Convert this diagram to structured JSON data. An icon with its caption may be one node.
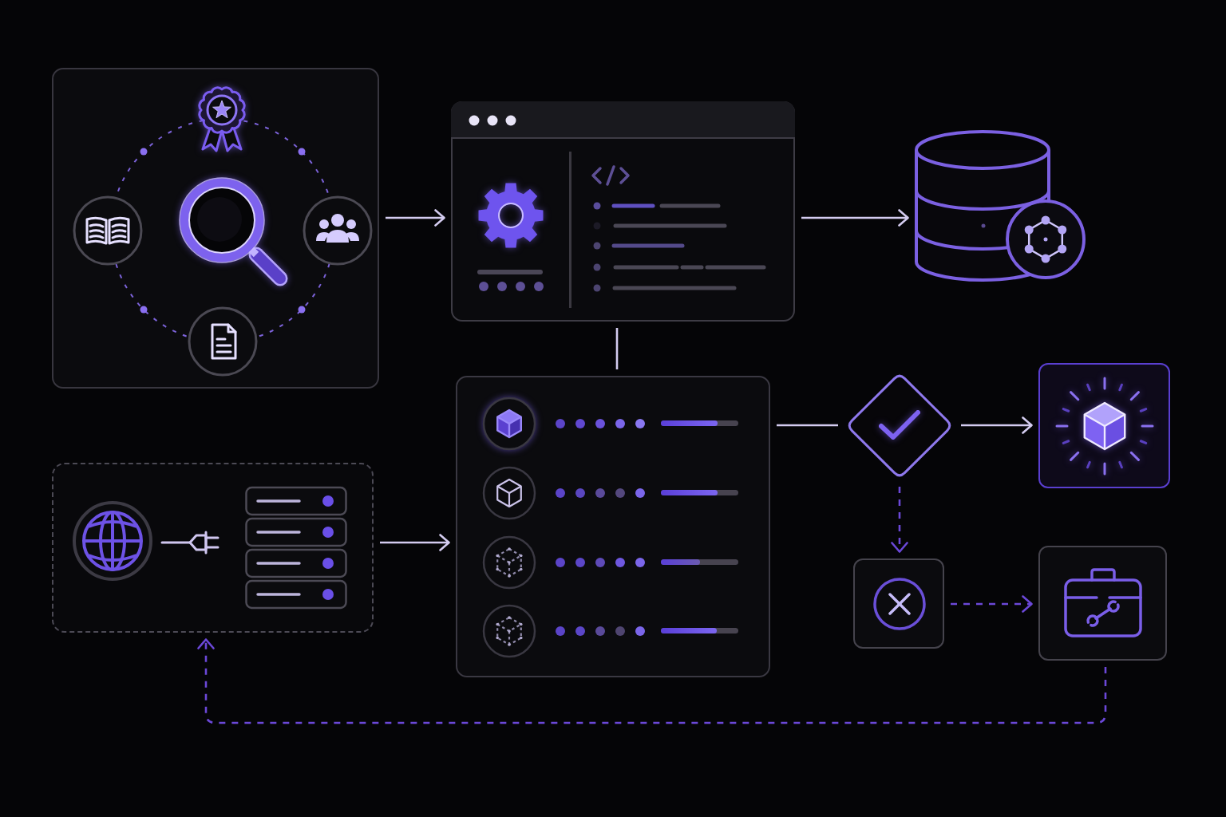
{
  "diagram": {
    "nodes": [
      {
        "text": [],
        "shape": "box"
      },
      {
        "text": [],
        "shape": "box"
      },
      {
        "text": [],
        "shape": "cylinder"
      },
      {
        "text": [],
        "shape": "box"
      },
      {
        "text": [],
        "shape": "diamond"
      },
      {
        "text": [],
        "shape": "box"
      },
      {
        "text": [],
        "shape": "box"
      },
      {
        "text": [],
        "shape": "box"
      },
      {
        "text": [],
        "shape": "box"
      }
    ],
    "edges": [
      {
        "from": 0,
        "to": 1,
        "arrow": "to"
      },
      {
        "from": 1,
        "to": 2,
        "arrow": "to"
      },
      {
        "from": 1,
        "to": 3,
        "arrow": "none"
      },
      {
        "from": 6,
        "to": 3,
        "arrow": "to"
      },
      {
        "from": 3,
        "to": 4,
        "arrow": "none"
      },
      {
        "from": 4,
        "to": 5,
        "arrow": "to"
      },
      {
        "from": 4,
        "to": 7,
        "arrow": "to",
        "style": "dashed",
        "color": "#6b48d8"
      },
      {
        "from": 7,
        "to": 8,
        "arrow": "to",
        "style": "dashed",
        "color": "#6b48d8"
      },
      {
        "from": 8,
        "to": 6,
        "arrow": "to",
        "style": "dashed",
        "color": "#6b48d8"
      }
    ]
  }
}
